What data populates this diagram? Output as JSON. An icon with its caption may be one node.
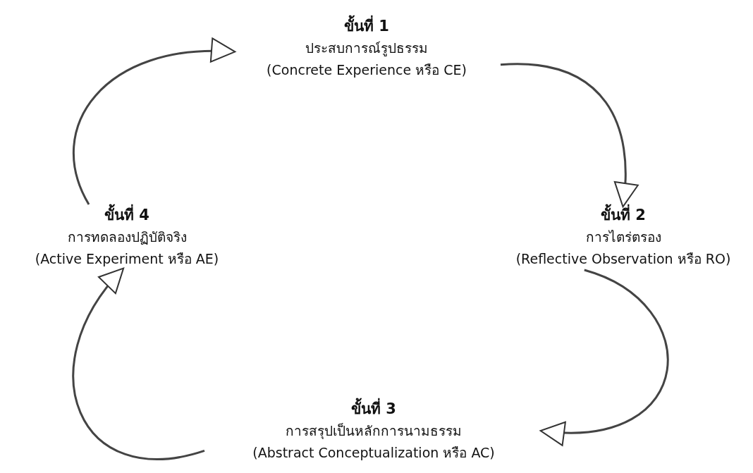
{
  "diagram": {
    "nodes": [
      {
        "text": [
          "ขั้นที่ 1",
          "ประสบการณ์รูปธรรม",
          "(Concrete Experience หรือ CE)"
        ]
      },
      {
        "text": [
          "ขั้นที่ 2",
          "การไตร่ตรอง",
          "(Reflective Observation หรือ RO)"
        ]
      },
      {
        "text": [
          "ขั้นที่ 3",
          "การสรุปเป็นหลักการนามธรรม",
          "(Abstract Conceptualization หรือ AC)"
        ]
      },
      {
        "text": [
          "ขั้นที่ 4",
          "การทดลองปฏิบัติจริง",
          "(Active Experiment หรือ AE)"
        ]
      }
    ],
    "edges": [
      {
        "from": 0,
        "to": 1,
        "arrow": "to"
      },
      {
        "from": 1,
        "to": 2,
        "arrow": "to"
      },
      {
        "from": 2,
        "to": 3,
        "arrow": "to"
      },
      {
        "from": 3,
        "to": 0,
        "arrow": "to"
      }
    ]
  }
}
